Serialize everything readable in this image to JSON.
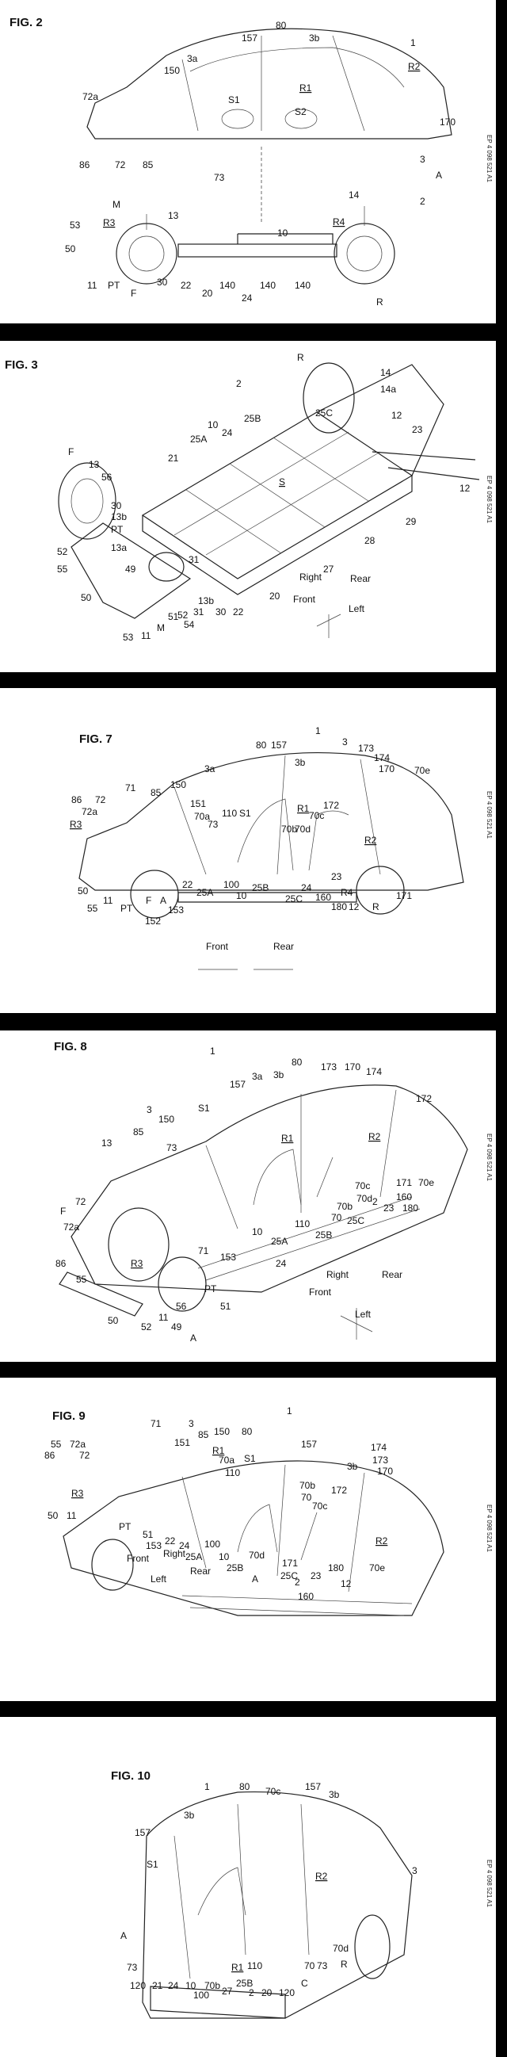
{
  "sheets": [
    {
      "title": "FIG. 2",
      "side_text": "EP 4 098 521 A1",
      "labels": [
        "1",
        "80",
        "157",
        "3b",
        "3a",
        "150",
        "R1",
        "R2",
        "72a",
        "S1",
        "S2",
        "170",
        "86",
        "72",
        "85",
        "73",
        "3",
        "A",
        "M",
        "13",
        "R3",
        "R4",
        "14",
        "2",
        "53",
        "10",
        "50",
        "11",
        "PT",
        "F",
        "30",
        "22",
        "20",
        "140",
        "24",
        "140",
        "140",
        "R"
      ]
    },
    {
      "title": "FIG. 3",
      "side_text": "EP 4 098 521 A1",
      "labels": [
        "R",
        "14",
        "14a",
        "2",
        "25C",
        "12",
        "23",
        "10",
        "25B",
        "F",
        "25A",
        "24",
        "13",
        "21",
        "56",
        "S",
        "30",
        "13b",
        "PT",
        "52",
        "13a",
        "55",
        "49",
        "31",
        "29",
        "28",
        "Right",
        "Rear",
        "27",
        "50",
        "Front",
        "Left",
        "53",
        "M",
        "51",
        "54",
        "31",
        "13b",
        "30",
        "22",
        "11",
        "52",
        "20",
        "12"
      ]
    },
    {
      "title": "FIG. 7",
      "side_text": "EP 4 098 521 A1",
      "labels": [
        "1",
        "80",
        "157",
        "3",
        "173",
        "174",
        "3a",
        "3b",
        "170",
        "150",
        "70e",
        "71",
        "85",
        "86",
        "72",
        "72a",
        "151",
        "R1",
        "172",
        "R3",
        "70a",
        "73",
        "110",
        "S1",
        "70c",
        "70b",
        "70d",
        "R2",
        "50",
        "55",
        "11",
        "PT",
        "A",
        "153",
        "152",
        "F",
        "22",
        "100",
        "25B",
        "25A",
        "10",
        "24",
        "25C",
        "160",
        "23",
        "R4",
        "180",
        "12",
        "171",
        "R",
        "Front",
        "Rear"
      ]
    },
    {
      "title": "FIG. 8",
      "side_text": "EP 4 098 521 A1",
      "labels": [
        "1",
        "80",
        "173",
        "170",
        "174",
        "3b",
        "3a",
        "157",
        "172",
        "S1",
        "150",
        "3",
        "85",
        "R1",
        "R2",
        "13",
        "73",
        "72",
        "F",
        "72a",
        "71",
        "153",
        "24",
        "10",
        "25A",
        "25B",
        "110",
        "70",
        "70b",
        "70c",
        "70d",
        "25C",
        "2",
        "23",
        "180",
        "86",
        "55",
        "R3",
        "56",
        "51",
        "50",
        "52",
        "11",
        "49",
        "A",
        "PT",
        "Front",
        "Right",
        "Rear",
        "Left",
        "70e",
        "171",
        "160"
      ]
    },
    {
      "title": "FIG. 9",
      "side_text": "EP 4 098 521 A1",
      "labels": [
        "1",
        "71",
        "3",
        "85",
        "150",
        "80",
        "157",
        "55",
        "72a",
        "72",
        "86",
        "R1",
        "S1",
        "3b",
        "174",
        "173",
        "170",
        "151",
        "70a",
        "110",
        "70b",
        "70",
        "172",
        "R3",
        "70c",
        "50",
        "11",
        "PT",
        "51",
        "153",
        "22",
        "24",
        "100",
        "Right",
        "Front",
        "25A",
        "10",
        "70d",
        "Left",
        "Rear",
        "25B",
        "A",
        "25C",
        "171",
        "2",
        "23",
        "180",
        "R2",
        "160",
        "12",
        "70e"
      ]
    },
    {
      "title": "FIG. 10",
      "side_text": "EP 4 098 521 A1",
      "labels": [
        "1",
        "80",
        "70c",
        "157",
        "3b",
        "3b",
        "157",
        "S1",
        "R2",
        "3",
        "A",
        "73",
        "120",
        "21",
        "R1",
        "110",
        "70d",
        "R",
        "24",
        "10",
        "70b",
        "27",
        "100",
        "25B",
        "2",
        "20",
        "120",
        "C",
        "70",
        "73"
      ]
    }
  ]
}
